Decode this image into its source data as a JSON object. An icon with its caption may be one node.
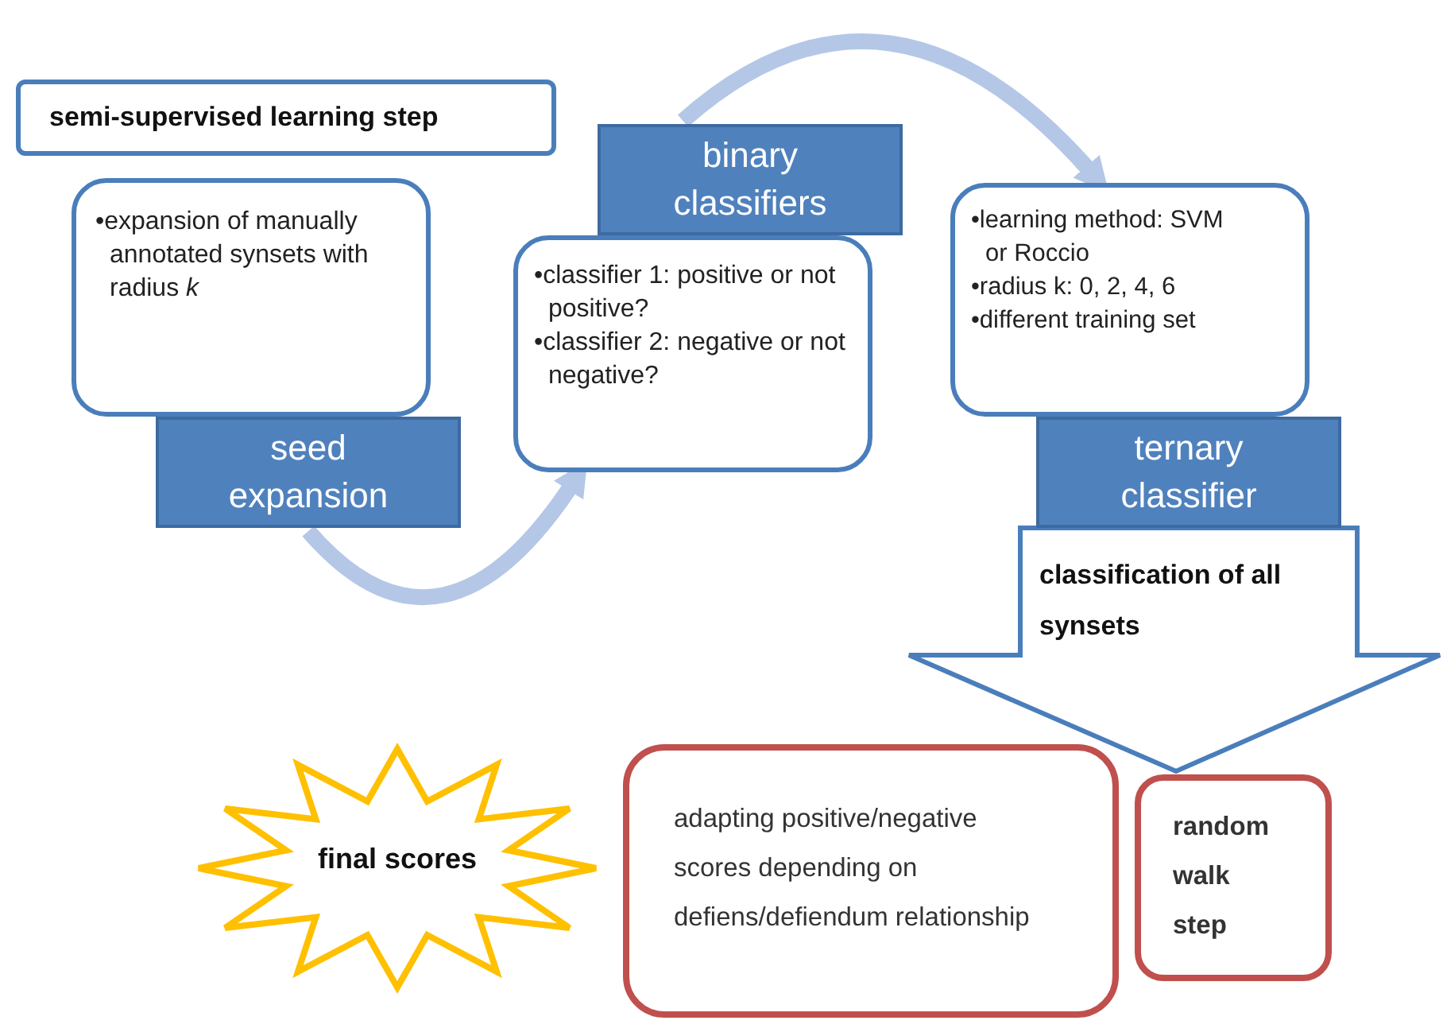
{
  "diagram": {
    "nodes": [
      {
        "text": [
          "semi-supervised learning step"
        ]
      },
      {
        "text": [
          "•expansion of manually annotated synsets with radius *k*"
        ]
      },
      {
        "text": [
          "seed expansion"
        ]
      },
      {
        "text": [
          "•classifier 1: positive or not positive?",
          "•classifier 2: negative or not negative?"
        ]
      },
      {
        "text": [
          "binary classifiers"
        ]
      },
      {
        "text": [
          "•learning method: SVM or Roccio",
          "•radius k: 0, 2, 4, 6",
          "•different training set"
        ]
      },
      {
        "text": [
          "ternary classifier"
        ]
      },
      {
        "text": [
          "final scores"
        ]
      },
      {
        "text": [
          "adapting positive/negative scores depending on defiens/defiendum relationship"
        ]
      },
      {
        "text": [
          "random walk step"
        ]
      }
    ],
    "edges": [
      {
        "from": 2,
        "to": 3,
        "arrow": "to"
      },
      {
        "from": 4,
        "to": 5,
        "arrow": "to"
      },
      {
        "from": 6,
        "to": 9,
        "arrow": "to",
        "style": "thick",
        "color": "#4a7ebb",
        "label": "classification of all synsets"
      }
    ]
  }
}
